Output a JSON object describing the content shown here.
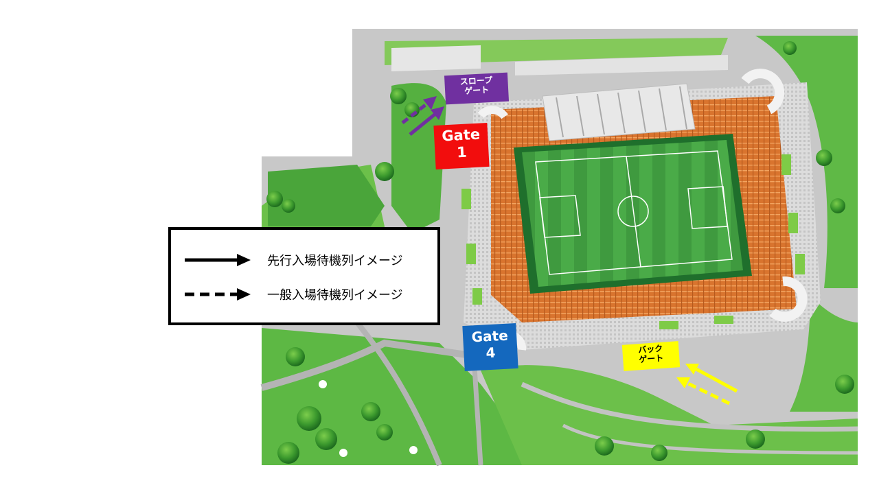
{
  "map": {
    "gates": {
      "gate1": {
        "line1": "Gate",
        "line2": "1",
        "color": "#f20d0d"
      },
      "gate4": {
        "line1": "Gate",
        "line2": "4",
        "color": "#1468be"
      },
      "slope": {
        "line1": "スロープ",
        "line2": "ゲート",
        "color": "#7030a0"
      },
      "back": {
        "line1": "バック",
        "line2": "ゲート",
        "color": "#ffff00"
      }
    },
    "arrows": {
      "slope_color": "#7030a0",
      "back_color": "#ffff00"
    }
  },
  "legend": {
    "solid_label": "先行入場待機列イメージ",
    "dashed_label": "一般入場待機列イメージ",
    "solid_icon": "solid-arrow-icon",
    "dashed_icon": "dashed-arrow-icon"
  }
}
